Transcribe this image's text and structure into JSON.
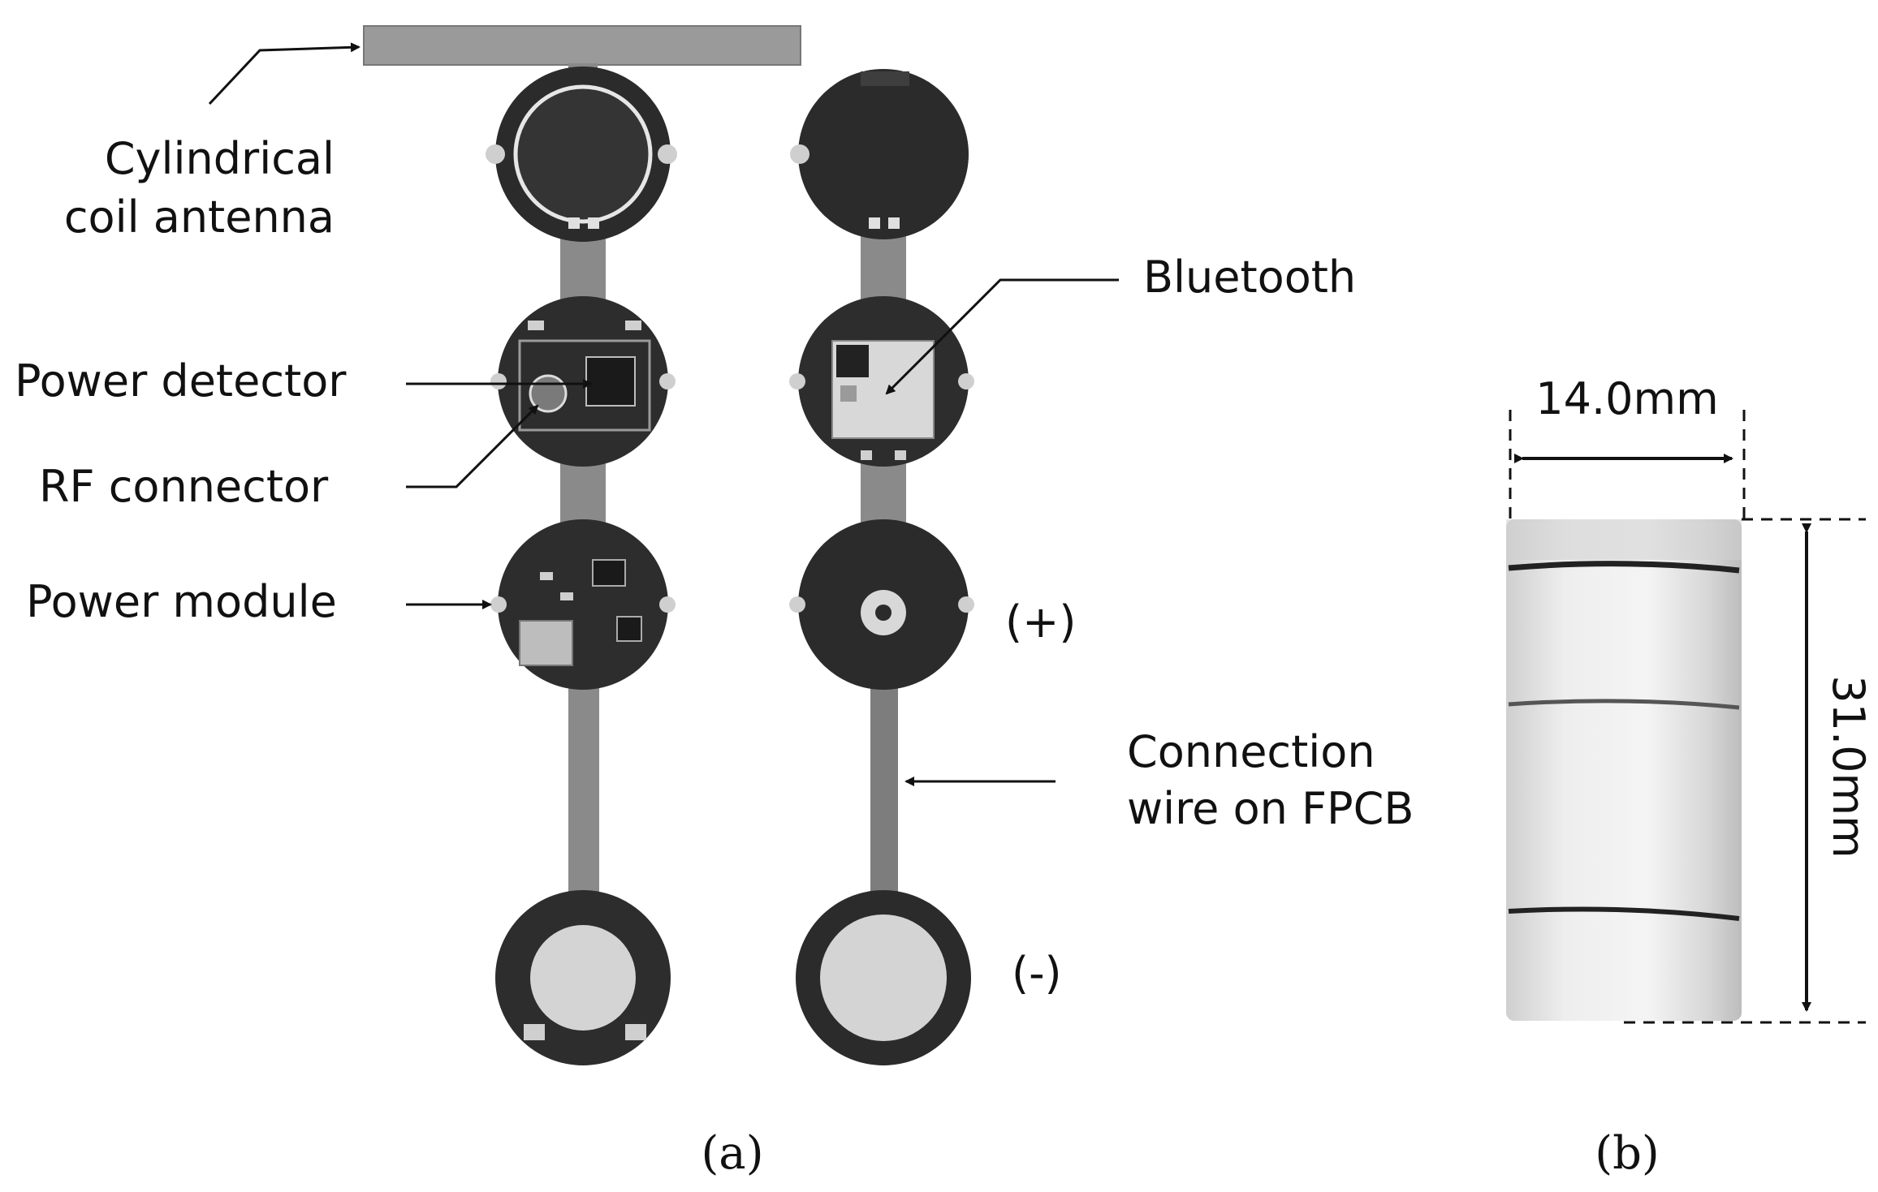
{
  "labels": {
    "cylindrical_coil_antenna_line1": "Cylindrical",
    "cylindrical_coil_antenna_line2": "coil antenna",
    "bluetooth": "Bluetooth",
    "power_detector": "Power detector",
    "rf_connector": "RF connector",
    "power_module": "Power module",
    "plus_terminal": "(+)",
    "minus_terminal": "(-)",
    "connection_wire_line1": "Connection",
    "connection_wire_line2": "wire on FPCB"
  },
  "dimensions": {
    "width": "14.0mm",
    "height": "31.0mm"
  },
  "captions": {
    "panel_a": "(a)",
    "panel_b": "(b)"
  },
  "colors": {
    "board_dark": "#2b2b2b",
    "board_mid": "#3a3a3a",
    "fpcb_strip": "#8a8a8a",
    "antenna_bar": "#9a9a9a",
    "pad_light": "#d4d4d4",
    "capsule_body": "#e8e8e8",
    "capsule_band": "#222222"
  }
}
